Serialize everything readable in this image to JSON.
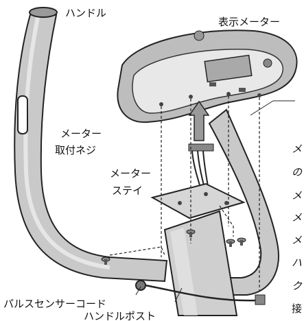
{
  "labels": {
    "handle": "ハンドル",
    "display_meter": "表示メーター",
    "meter_screw_line1": "メーター",
    "meter_screw_line2": "取付ネジ",
    "meter_stay_line1": "メーター",
    "meter_stay_line2": "ステイ",
    "pulse_sensor_cord": "パルスセンサーコード",
    "handle_post": "ハンドルポスト"
  },
  "side_text": [
    "メ",
    "の",
    "メ",
    "メ",
    "メ",
    "ハ",
    "ク",
    "接"
  ]
}
